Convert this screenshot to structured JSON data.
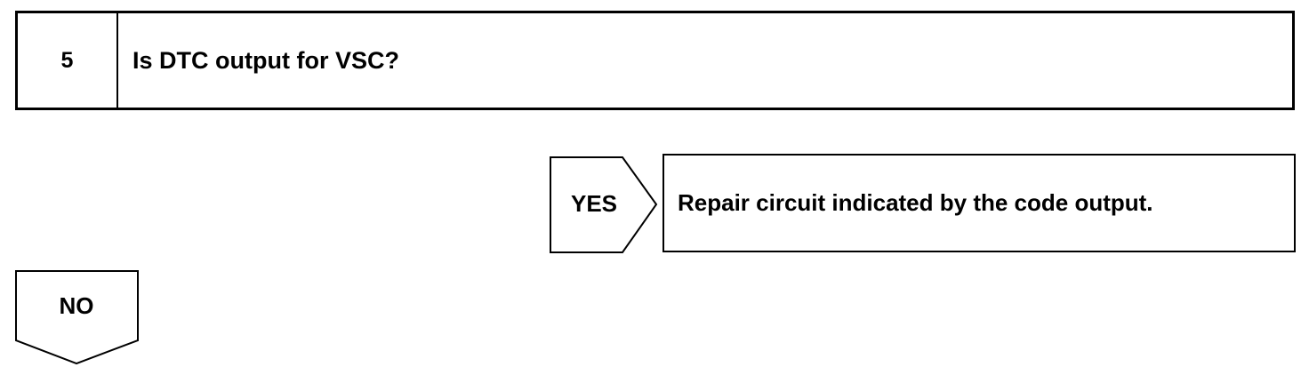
{
  "step": {
    "number": "5",
    "question": "Is DTC output for VSC?"
  },
  "yes_branch": {
    "label": "YES",
    "action": "Repair circuit indicated by the code output."
  },
  "no_branch": {
    "label": "NO"
  }
}
